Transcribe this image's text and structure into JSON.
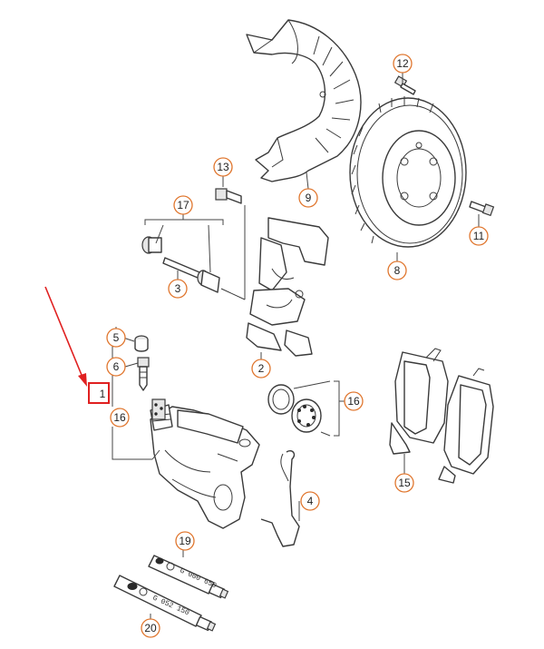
{
  "callouts": {
    "c1": "1",
    "c2": "2",
    "c3": "3",
    "c4": "4",
    "c5": "5",
    "c6": "6",
    "c8": "8",
    "c9": "9",
    "c11": "11",
    "c12": "12",
    "c13": "13",
    "c15": "15",
    "c16a": "16",
    "c16b": "16",
    "c17": "17",
    "c19": "19",
    "c20": "20"
  },
  "tubes": {
    "t19": "G 000 650",
    "t20": "G 052 150"
  },
  "colors": {
    "callout_ring": "#e0762e",
    "highlight_box": "#e02020",
    "arrow": "#e02020",
    "line": "#3a3a3a"
  }
}
